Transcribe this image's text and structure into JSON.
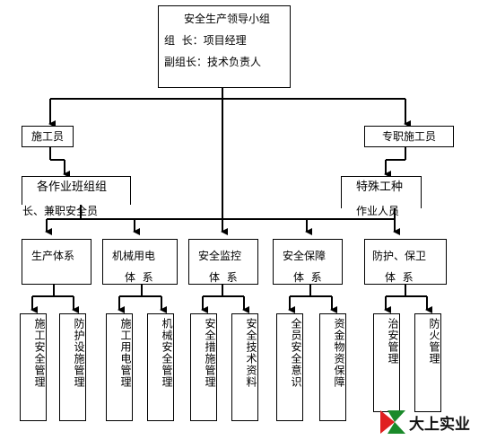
{
  "top": {
    "title": "安全生产领导小组",
    "leader": "组  长：项目经理",
    "vice": "副组长：技术负责人"
  },
  "level1": {
    "left": "施工员",
    "right": "专职施工员"
  },
  "level2": {
    "left_line1": "各作业班组组",
    "left_line2": "长、兼职安全员",
    "right_line1": "特殊工种",
    "right_line2": "作业人员"
  },
  "systems": [
    {
      "line1": "生产体系",
      "line2": ""
    },
    {
      "line1": "机械用电",
      "line2": "体  系"
    },
    {
      "line1": "安全监控",
      "line2": "体  系"
    },
    {
      "line1": "安全保障",
      "line2": "体  系"
    },
    {
      "line1": "防护、保卫",
      "line2": "体  系"
    }
  ],
  "leaves": [
    "施工安全管理",
    "防护设施管理",
    "施工用电管理",
    "机械安全管理",
    "安全措施管理",
    "安全技术资料",
    "全员安全意识",
    "资金物资保障",
    "治安管理",
    "防火管理"
  ],
  "logo": {
    "text": "大上实业",
    "color_red": "#e02020",
    "color_green": "#1a8a2a"
  }
}
